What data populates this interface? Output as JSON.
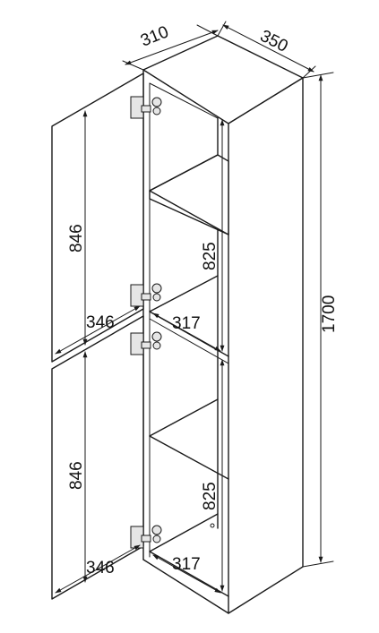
{
  "drawing": {
    "dimensions": {
      "depth": "310",
      "width": "350",
      "height_total": "1700",
      "door_upper_height": "846",
      "door_lower_height": "846",
      "door_upper_width": "346",
      "door_lower_width": "346",
      "shelf_upper_height": "825",
      "shelf_lower_height": "825",
      "inner_upper_depth": "317",
      "inner_lower_depth": "317"
    },
    "colors": {
      "line": "#1a1a1a",
      "background": "#ffffff"
    }
  }
}
